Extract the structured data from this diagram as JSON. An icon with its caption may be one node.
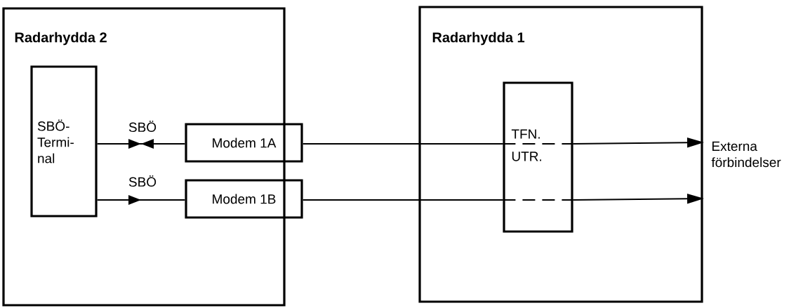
{
  "diagram": {
    "nodes": [
      {
        "text": [
          "Radarhydda 2"
        ]
      },
      {
        "text": [
          "SBÖ- Termi- nal"
        ],
        "in": 0
      },
      {
        "text": [
          "Modem 1A"
        ],
        "in": 0
      },
      {
        "text": [
          "Modem 1B"
        ],
        "in": 0
      },
      {
        "text": [
          "Radarhydda 1"
        ]
      },
      {
        "text": [
          "TFN.",
          "UTR."
        ],
        "in": 4
      }
    ],
    "edges": [
      {
        "from": 1,
        "to": 2,
        "arrow": "to",
        "label": "SBÖ"
      },
      {
        "from": 1,
        "to": 3,
        "arrow": "to",
        "label": "SBÖ"
      },
      {
        "from": 2,
        "to": 5,
        "arrow": "none"
      },
      {
        "from": 3,
        "to": 5,
        "arrow": "none"
      },
      {
        "from": 5,
        "to": null,
        "arrow": "to"
      },
      {
        "from": 5,
        "to": null,
        "arrow": "to"
      }
    ],
    "labels": [
      "Externa förbindelser"
    ]
  }
}
